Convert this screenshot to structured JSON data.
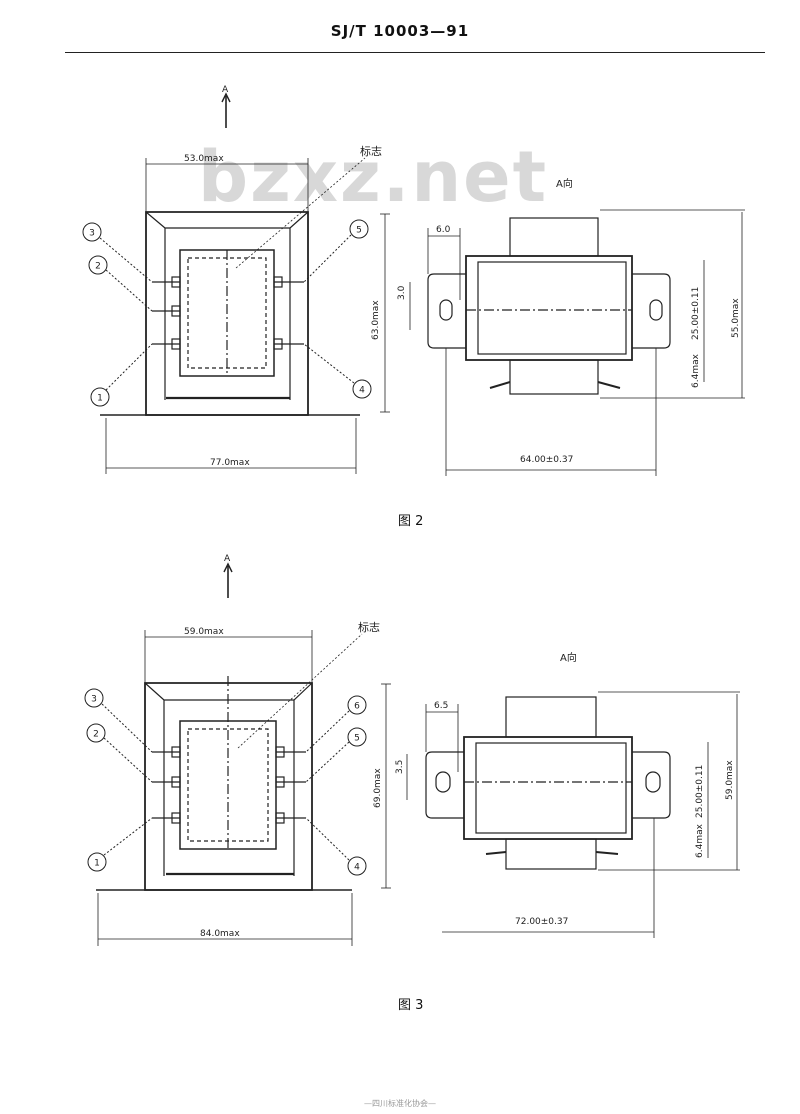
{
  "header": {
    "standard_no": "SJ/T 10003—91"
  },
  "watermark": "bzxz.net",
  "fig2": {
    "caption": "图 2",
    "direction_label": "A",
    "view_label": "A向",
    "label_tag": "标志",
    "dim_top_width": "53.0max",
    "dim_bottom_width": "77.0max",
    "dim_height": "63.0max",
    "dim_slot_width": "6.0",
    "dim_slot_height": "3.0",
    "dim_hole_spacing": "64.00±0.37",
    "dim_pin_spacing": "25.00±0.11",
    "dim_overall_height": "55.0max",
    "dim_offset": "6.4max",
    "pins_left": [
      "3",
      "2",
      "1"
    ],
    "pins_right": [
      "5",
      "4"
    ]
  },
  "fig3": {
    "caption": "图 3",
    "direction_label": "A",
    "view_label": "A向",
    "label_tag": "标志",
    "dim_top_width": "59.0max",
    "dim_bottom_width": "84.0max",
    "dim_height": "69.0max",
    "dim_slot_width": "6.5",
    "dim_slot_height": "3.5",
    "dim_hole_spacing": "72.00±0.37",
    "dim_pin_spacing": "25.00±0.11",
    "dim_overall_height": "59.0max",
    "dim_offset": "6.4max",
    "pins_left": [
      "3",
      "2",
      "1"
    ],
    "pins_right": [
      "6",
      "5",
      "4"
    ]
  },
  "footer": "—四川标准化协会—"
}
